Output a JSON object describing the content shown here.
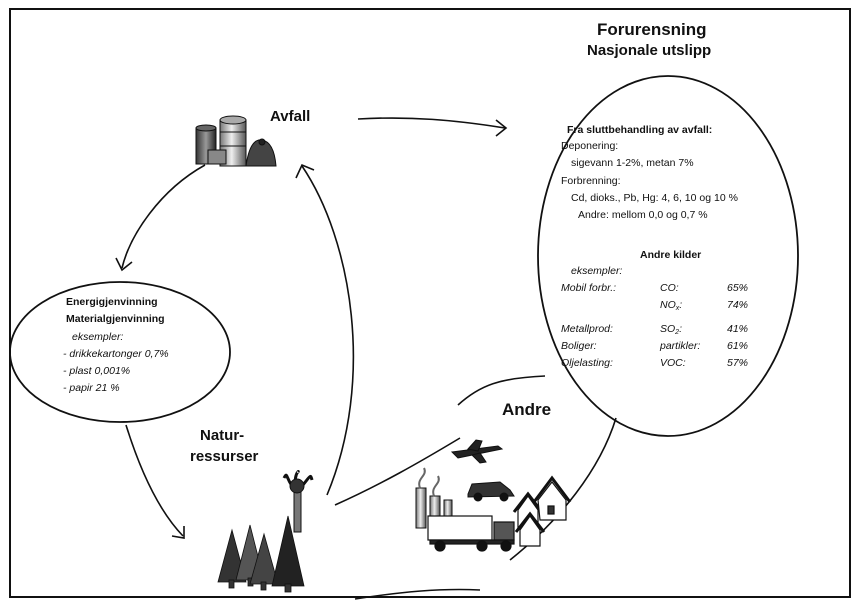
{
  "pollution": {
    "title": "Forurensning",
    "subtitle": "Nasjonale utslipp",
    "waste_treatment": {
      "heading": "Fra sluttbehandling av avfall:",
      "landfill_label": "Deponering:",
      "landfill_values": "sigevann 1-2%, metan 7%",
      "incineration_label": "Forbrenning:",
      "incineration_values": "Cd, dioks., Pb, Hg: 4, 6, 10 og 10 %",
      "incineration_other": "Andre: mellom 0,0 og 0,7 %"
    },
    "other_sources": {
      "heading": "Andre kilder",
      "examples_label": "eksempler:",
      "rows": [
        {
          "source": "Mobil forbr.:",
          "substance": "CO:",
          "percent": "65%"
        },
        {
          "source": "",
          "substance": "NO",
          "substance_sub": "x",
          "substance_suffix": ":",
          "percent": "74%"
        },
        {
          "source": "Metallprod:",
          "substance": "SO",
          "substance_sub": "2",
          "substance_suffix": ":",
          "percent": "41%"
        },
        {
          "source": "Boliger:",
          "substance": "partikler:",
          "percent": "61%"
        },
        {
          "source": "Oljelasting:",
          "substance": "VOC:",
          "percent": "57%"
        }
      ]
    }
  },
  "waste": {
    "label": "Avfall"
  },
  "recovery": {
    "line1": "Energigjenvinning",
    "line2": "Materialgjenvinning",
    "examples_label": "eksempler:",
    "items": [
      "- drikkekartonger 0,7%",
      "- plast 0,001%",
      "- papir 21 %"
    ]
  },
  "resources": {
    "line1": "Natur-",
    "line2": "ressurser"
  },
  "others": {
    "label": "Andre"
  },
  "colors": {
    "line": "#111111",
    "background": "#ffffff"
  },
  "icons": [
    "waste-bins-icon",
    "trees-icon",
    "palm-tree-icon",
    "factory-icon",
    "airplane-icon",
    "car-icon",
    "truck-icon",
    "houses-icon"
  ]
}
